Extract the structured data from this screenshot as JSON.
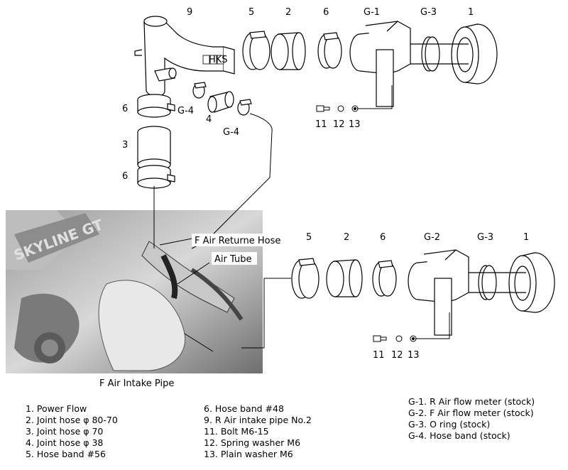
{
  "callouts_top": [
    "9",
    "5",
    "2",
    "6",
    "G-1",
    "G-3",
    "1"
  ],
  "callouts_left": [
    "6",
    "G-4",
    "4",
    "G-4",
    "3",
    "6"
  ],
  "callouts_hw_top": [
    "11",
    "12",
    "13"
  ],
  "callouts_right": [
    "5",
    "2",
    "6",
    "G-2",
    "G-3",
    "1"
  ],
  "callouts_hw_right": [
    "11",
    "12",
    "13"
  ],
  "photo_labels": {
    "return_hose": "F  Air Returne Hose",
    "air_tube": "Air Tube",
    "intake_pipe": "F  Air Intake Pipe"
  },
  "pipe_logo": "HKS",
  "legend": {
    "col1": [
      "1. Power Flow",
      "2. Joint hose  φ 80-70",
      "3. Joint hose  φ 70",
      "4. Joint hose  φ 38",
      "5. Hose band  #56"
    ],
    "col2": [
      "6. Hose band  #48",
      "9. R Air intake pipe  No.2",
      "11. Bolt  M6-15",
      "12. Spring washer  M6",
      "13. Plain washer  M6"
    ],
    "col3": [
      "G-1. R Air flow meter (stock)",
      "G-2. F Air flow meter (stock)",
      "G-3. O ring (stock)",
      "G-4. Hose band (stock)"
    ]
  }
}
